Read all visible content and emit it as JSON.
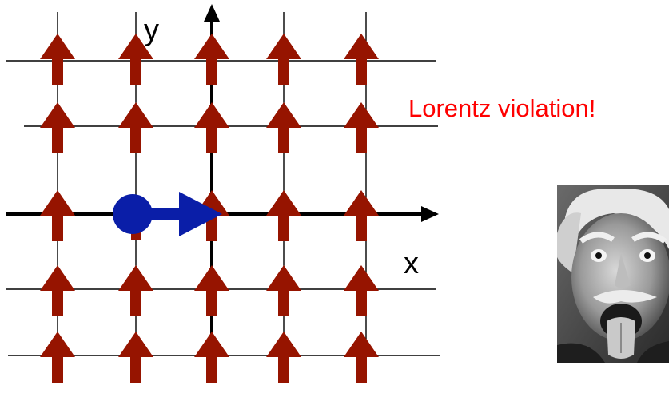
{
  "caption": "Lorentz violation!",
  "axes": {
    "x_label": "x",
    "y_label": "y"
  },
  "lattice": {
    "columns": 5,
    "rows": 5,
    "spin_direction": "up",
    "spin_color": "#961400"
  },
  "particle": {
    "column": 2,
    "row": 3,
    "direction": "right",
    "color": "#0a1ea8"
  },
  "photo": {
    "subject": "portrait-with-tongue-out",
    "style": "black-and-white"
  },
  "colors": {
    "caption": "#ff0000",
    "grid": "#000000",
    "axis": "#000000"
  }
}
